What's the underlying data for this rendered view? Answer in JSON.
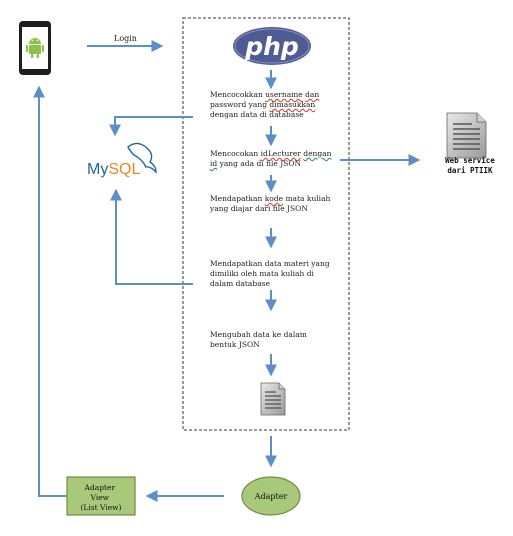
{
  "labels": {
    "login": "Login",
    "php": "php",
    "mysql_my": "My",
    "mysql_sql": "SQL",
    "web_service_line1": "Web service",
    "web_service_line2": "dari PTIIK",
    "adapter": "Adapter",
    "adapter_view_line1": "Adapter",
    "adapter_view_line2": "View",
    "adapter_view_line3": "(List View)"
  },
  "steps": [
    {
      "lines": [
        [
          {
            "t": "Mencocokkan "
          },
          {
            "t": "username",
            "s": "red"
          },
          {
            "t": " "
          },
          {
            "t": "dan",
            "s": "red"
          }
        ],
        [
          {
            "t": "password yang "
          },
          {
            "t": "dimasukkan",
            "s": "red"
          }
        ],
        [
          {
            "t": "dengan data di database"
          }
        ]
      ]
    },
    {
      "lines": [
        [
          {
            "t": "Mencocokan "
          },
          {
            "t": "idLecturer",
            "s": "red"
          },
          {
            "t": " "
          },
          {
            "t": "dengan",
            "s": "green"
          }
        ],
        [
          {
            "t": "id",
            "s": "green"
          },
          {
            "t": " yang ada di file JSON"
          }
        ]
      ]
    },
    {
      "lines": [
        [
          {
            "t": "Mendapatkan "
          },
          {
            "t": "kode",
            "s": "red"
          },
          {
            "t": " mata kuliah"
          }
        ],
        [
          {
            "t": "yang diajar dari file JSON"
          }
        ]
      ]
    },
    {
      "lines": [
        [
          {
            "t": "Mendapatkan data materi yang"
          }
        ],
        [
          {
            "t": "dimiliki oleh mata kuliah di"
          }
        ],
        [
          {
            "t": "dalam database"
          }
        ]
      ]
    },
    {
      "lines": [
        [
          {
            "t": "Mengubah data ke dalam"
          }
        ],
        [
          {
            "t": "bentuk JSON"
          }
        ]
      ]
    }
  ],
  "colors": {
    "arrow": "#5b8fc7",
    "node_fill": "#a8c97a",
    "node_stroke": "#6f8f3e",
    "mysql_blue": "#1f6b8f",
    "mysql_orange": "#e8871e",
    "php_fill": "#4f5b93"
  },
  "icons": [
    "android-phone-icon",
    "php-logo-icon",
    "mysql-logo-icon",
    "document-icon"
  ]
}
